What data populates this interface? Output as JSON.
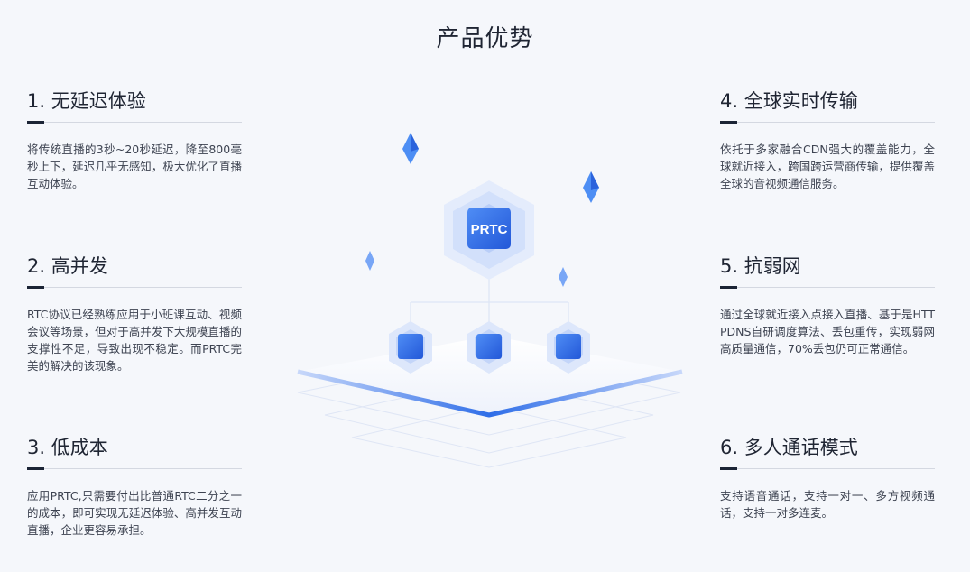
{
  "page": {
    "title": "产品优势"
  },
  "features": [
    {
      "title": "1. 无延迟体验",
      "desc": "将传统直播的3秒~20秒延迟，降至800毫秒上下，延迟几乎无感知，极大优化了直播互动体验。"
    },
    {
      "title": "2. 高并发",
      "desc": "RTC协议已经熟练应用于小班课互动、视频会议等场景，但对于高并发下大规模直播的支撑性不足，导致出现不稳定。而PRTC完美的解决的该现象。"
    },
    {
      "title": "3. 低成本",
      "desc": "应用PRTC,只需要付出比普通RTC二分之一的成本，即可实现无延迟体验、高并发互动直播，企业更容易承担。"
    },
    {
      "title": "4. 全球实时传输",
      "desc": "依托于多家融合CDN强大的覆盖能力，全球就近接入，跨国跨运营商传输，提供覆盖全球的音视频通信服务。"
    },
    {
      "title": "5. 抗弱网",
      "desc": "通过全球就近接入点接入直播、基于是HTTPDNS自研调度算法、丢包重传，实现弱网高质量通信，70%丢包仍可正常通信。"
    },
    {
      "title": "6. 多人通话模式",
      "desc": "支持语音通话，支持一对一、多方视频通话，支持一对多连麦。"
    }
  ],
  "illustration": {
    "hub_label": "PRTC"
  },
  "colors": {
    "accent": "#2f6ee8",
    "rule_dark": "#1b2435",
    "title": "#1f2533"
  }
}
